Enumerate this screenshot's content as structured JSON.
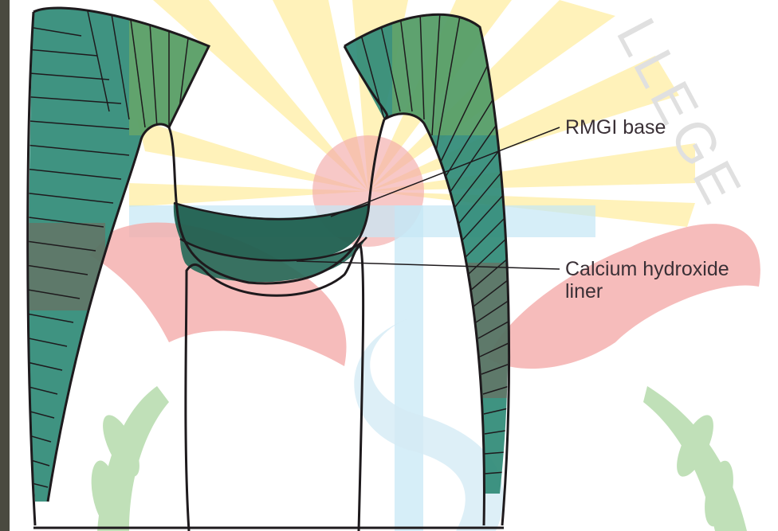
{
  "labels": {
    "rmgi_base": "RMGI base",
    "calcium_line1": "Calcium hydroxide",
    "calcium_line2": "liner"
  },
  "watermark": {
    "text": "LLEGE"
  },
  "colors": {
    "frame": "#4a4a40",
    "enamel": "#2f8a76",
    "enamel_highlight": "#7eb15d",
    "enamel_shadow": "#845a4d",
    "base": "#1f5f4f",
    "liner": "#246858",
    "outline": "#1e1a1d",
    "text": "#3a3036",
    "watermark_yellow": "#fff1b3",
    "watermark_red": "#f3a2a0",
    "watermark_green": "#b9ddb0",
    "watermark_blue": "#bde4f3"
  }
}
